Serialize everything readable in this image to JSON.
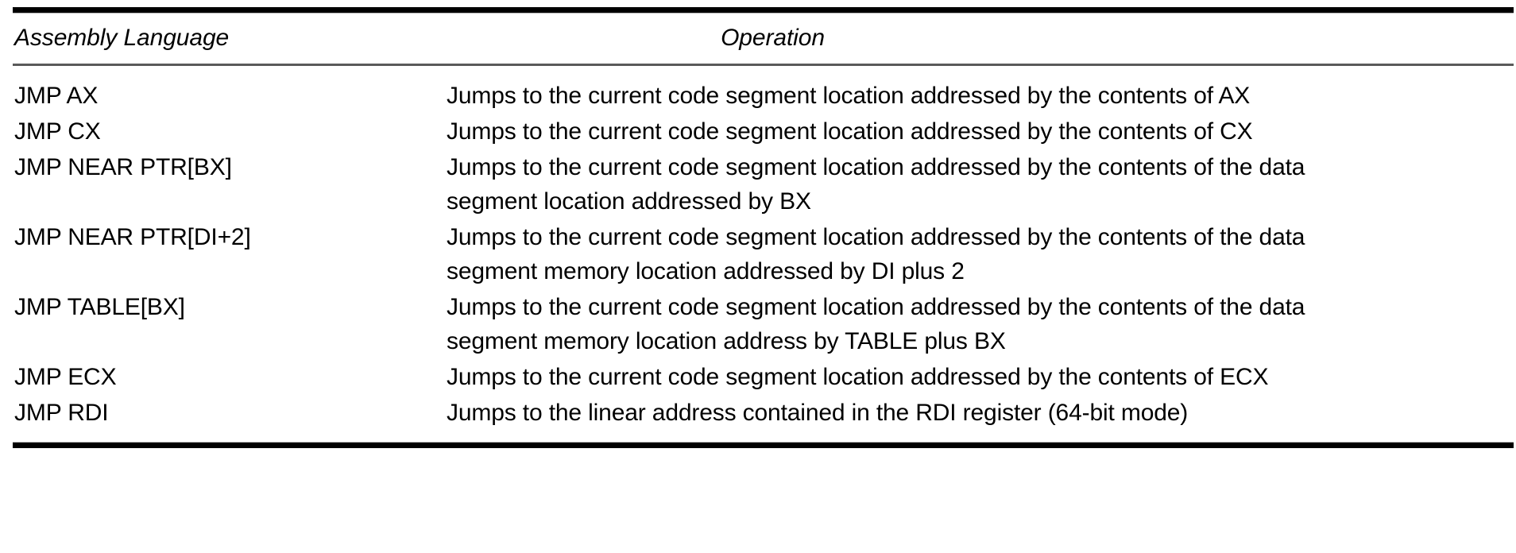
{
  "table": {
    "headers": {
      "assembly": "Assembly Language",
      "operation": "Operation"
    },
    "rows": [
      {
        "assembly": "JMP AX",
        "operation_line1": "Jumps to the current code segment location addressed by the contents of AX",
        "operation_line2": ""
      },
      {
        "assembly": "JMP CX",
        "operation_line1": "Jumps to the current code segment location addressed by the contents of CX",
        "operation_line2": ""
      },
      {
        "assembly": "JMP NEAR PTR[BX]",
        "operation_line1": "Jumps to the current code segment location addressed by the contents of the data",
        "operation_line2": "segment location addressed by BX"
      },
      {
        "assembly": "JMP NEAR PTR[DI+2]",
        "operation_line1": "Jumps to the current code segment location addressed by the contents of the data",
        "operation_line2": "segment memory location addressed by DI plus 2"
      },
      {
        "assembly": "JMP TABLE[BX]",
        "operation_line1": "Jumps to the current code segment location addressed by the contents of the data",
        "operation_line2": "segment memory location address by TABLE plus BX"
      },
      {
        "assembly": "JMP ECX",
        "operation_line1": "Jumps to the current code segment location addressed by the contents of ECX",
        "operation_line2": ""
      },
      {
        "assembly": "JMP RDI",
        "operation_line1": "Jumps to the linear address contained in the RDI register (64-bit mode)",
        "operation_line2": ""
      }
    ]
  },
  "colors": {
    "rule_heavy": "#000000",
    "rule_light": "#5a5a5a",
    "text": "#000000",
    "background": "#ffffff"
  }
}
